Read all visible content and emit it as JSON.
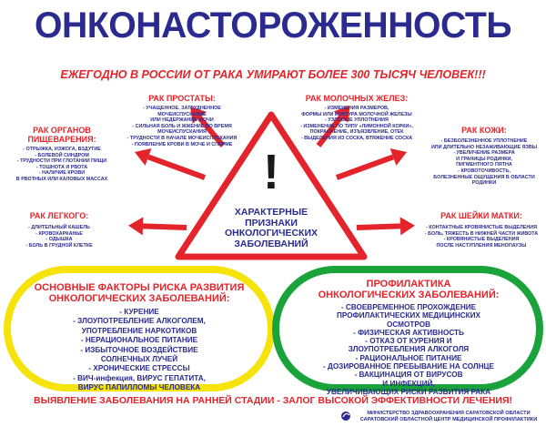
{
  "title": "ОНКОНАСТОРОЖЕННОСТЬ",
  "subtitle": "ЕЖЕГОДНО В РОССИИ ОТ РАКА УМИРАЮТ БОЛЕЕ 300 ТЫСЯЧ ЧЕЛОВЕК!!!",
  "center": {
    "exclamation": "!",
    "lines": [
      "ХАРАКТЕРНЫЕ",
      "ПРИЗНАКИ",
      "ОНКОЛОГИЧЕСКИХ",
      "ЗАБОЛЕВАНИЙ"
    ]
  },
  "cancers": {
    "prostate": {
      "title": "РАК ПРОСТАТЫ:",
      "lines": [
        "- УЧАЩЕННОЕ, ЗАТРУДНЕННОЕ",
        "МОЧЕИСПУСКАНИЕ",
        "ИЛИ НЕДЕРЖАНИЕ МОЧИ",
        "- СИЛЬНАЯ БОЛЬ И ЖЖЕНИЕ ВО ВРЕМЯ",
        "МОЧЕИСПУСКАНИЯ",
        "- ТРУДНОСТИ В НАЧАЛЕ МОЧЕИСПУСКАНИЯ",
        "- ПОЯВЛЕНИЕ КРОВИ В МОЧЕ И СПЕРМЕ"
      ]
    },
    "breast": {
      "title": "РАК МОЛОЧНЫХ ЖЕЛЕЗ:",
      "lines": [
        "- ИЗМЕНЕНИЯ РАЗМЕРОВ,",
        "ФОРМЫ ИЛИ КОНТУРА МОЛОЧНОЙ ЖЕЛЕЗЫ",
        "- УЗЛОВЫЕ УПЛОТНЕНИЯ",
        "- ИЗМЕНЕНИЕ ПО ТИПУ «ЛИМОННОЙ КОРКИ»,",
        "ПОКРАСНЕНИЕ, ИЗЪЯЗВЛЕНИЕ, ОТЕК",
        "- ВЫДЕЛЕНИЯ ИЗ СОСКА, ВТЯЖЕНИЕ СОСКА"
      ]
    },
    "digestive": {
      "title_lines": [
        "РАК ОРГАНОВ",
        "ПИЩЕВАРЕНИЯ:"
      ],
      "lines": [
        "- ОТРЫЖКА, ИЗЖОГА, ВЗДУТИЕ",
        "- БОЛЕВОЙ СИНДРОМ",
        "- ТРУДНОСТИ ПРИ ГЛОТАНИИ ПИЩИ",
        "- ТОШНОТА И РВОТА",
        "- НАЛИЧИЕ КРОВИ",
        "В РВОТНЫХ ИЛИ КАЛОВЫХ МАССАХ"
      ]
    },
    "skin": {
      "title": "РАК КОЖИ:",
      "lines": [
        "- БЕЗБОЛЕЗНЕННОЕ УПЛОТНЕНИЕ",
        "ИЛИ ДЛИТЕЛЬНО НЕЗАЖИВАЮЩИЕ ЯЗВЫ",
        "- УВЕЛИЧЕНИЕ РАЗМЕРА",
        "И ГРАНИЦЫ РОДИНКИ,",
        "ПИГМЕНТНОГО ПЯТНА",
        "- КРОВОТОЧИВОСТЬ,",
        "БОЛЕЗНЕННЫЕ ОЩУЩЕНИЯ В ОБЛАСТИ",
        "РОДИНКИ"
      ]
    },
    "lung": {
      "title": "РАК ЛЕГКОГО:",
      "lines": [
        "- ДЛИТЕЛЬНЫЙ КАШЕЛЬ",
        "- КРОВОХАРКАНЬЕ",
        "- ОДЫШКА",
        "- БОЛЬ В ГРУДНОЙ КЛЕТКЕ"
      ]
    },
    "cervix": {
      "title": "РАК ШЕЙКИ МАТКИ:",
      "lines": [
        "- КОНТАКТНЫЕ КРОВЯНИСТЫЕ ВЫДЕЛЕНИЯ",
        "- БОЛЬ, ТЯЖЕСТЬ В НИЖНЕЙ ЧАСТИ ЖИВОТА",
        "- КРОВЯНИСТЫЕ ВЫДЕЛЕНИЯ",
        "ПОСЛЕ НАСТУПЛЕНИЯ МЕНОПАУЗЫ"
      ]
    }
  },
  "risk": {
    "title_lines": [
      "ОСНОВНЫЕ ФАКТОРЫ РИСКА РАЗВИТИЯ",
      "ОНКОЛОГИЧЕСКИХ ЗАБОЛЕВАНИЙ:"
    ],
    "lines": [
      "- КУРЕНИЕ",
      "- ЗЛОУПОТРЕБЛЕНИЕ АЛКОГОЛЕМ,",
      "УПОТРЕБЛЕНИЕ НАРКОТИКОВ",
      "- НЕРАЦИОНАЛЬНОЕ ПИТАНИЕ",
      "- ИЗБЫТОЧНОЕ ВОЗДЕЙСТВИЕ",
      "СОЛНЕЧНЫХ ЛУЧЕЙ",
      "- ХРОНИЧЕСКИЕ СТРЕССЫ",
      "- ВИЧ-инфекция, ВИРУС ГЕПАТИТА,",
      "ВИРУС ПАПИЛЛОМЫ ЧЕЛОВЕКА"
    ]
  },
  "prevention": {
    "title_lines": [
      "ПРОФИЛАКТИКА",
      "ОНКОЛОГИЧЕСКИХ ЗАБОЛЕВАНИЙ:"
    ],
    "lines": [
      "- СВОЕВРЕМЕННОЕ ПРОХОЖДЕНИЕ",
      "ПРОФИЛАКТИЧЕСКИХ МЕДИЦИНСКИХ",
      "ОСМОТРОВ",
      "- ФИЗИЧЕСКАЯ АКТИВНОСТЬ",
      "- ОТКАЗ ОТ КУРЕНИЯ И",
      "ЗЛОУПОТРЕБЛЕНИЯ АЛКОГОЛЯ",
      "- РАЦИОНАЛЬНОЕ ПИТАНИЕ",
      "- ДОЗИРОВАННОЕ ПРЕБЫВАНИЕ НА СОЛНЦЕ",
      "- ВАКЦИНАЦИЯ ОТ ВИРУСОВ",
      "И ИНФЕКЦИЙ,",
      "УВЕЛИЧИВАЮЩИХ РИСКИ РАЗВИТИЯ РАКА"
    ]
  },
  "slogan": "ВЫЯВЛЕНИЕ ЗАБОЛЕВАНИЯ НА РАННЕЙ СТАДИИ - ЗАЛОГ ВЫСОКОЙ ЭФФЕКТИВНОСТИ ЛЕЧЕНИЯ!",
  "footer": {
    "line1": "МИНИСТЕРСТВО ЗДРАВООХРАНЕНИЯ САРАТОВСКОЙ ОБЛАСТИ",
    "line2": "САРАТОВСКИЙ ОБЛАСТНОЙ ЦЕНТР МЕДИЦИНСКОЙ ПРОФИЛАКТИКИ"
  },
  "colors": {
    "red": "#e3242b",
    "navy": "#2b2b8f",
    "yellow": "#f5e30a",
    "green": "#1aa33a"
  },
  "icons": {
    "warning": "warning-triangle-icon",
    "arrows": "red-arrow-icon",
    "logo": "medical-center-logo-icon"
  }
}
